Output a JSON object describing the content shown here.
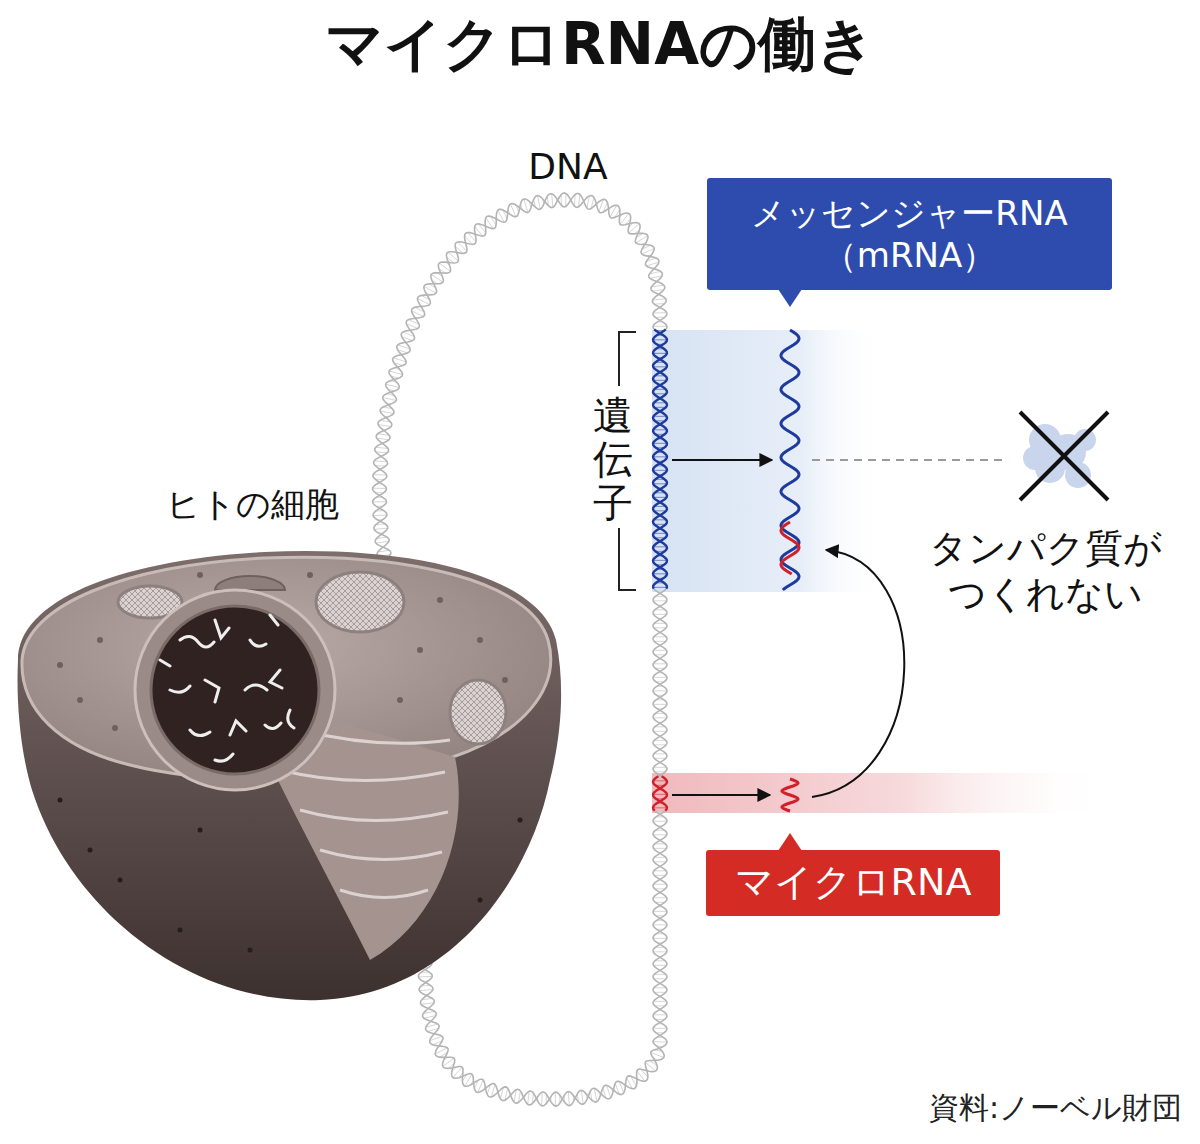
{
  "diagram": {
    "title": "マイクロRNAの働き",
    "caption": "資料:ノーベル財団",
    "nodes": [
      {
        "text": [
          "メッセンジャーRNA （mRNA）"
        ]
      },
      {
        "text": [
          "マイクロRNA"
        ]
      }
    ],
    "labels": [
      "DNA",
      "遺伝子",
      "ヒトの細胞",
      "タンパク質が つくれない"
    ]
  }
}
